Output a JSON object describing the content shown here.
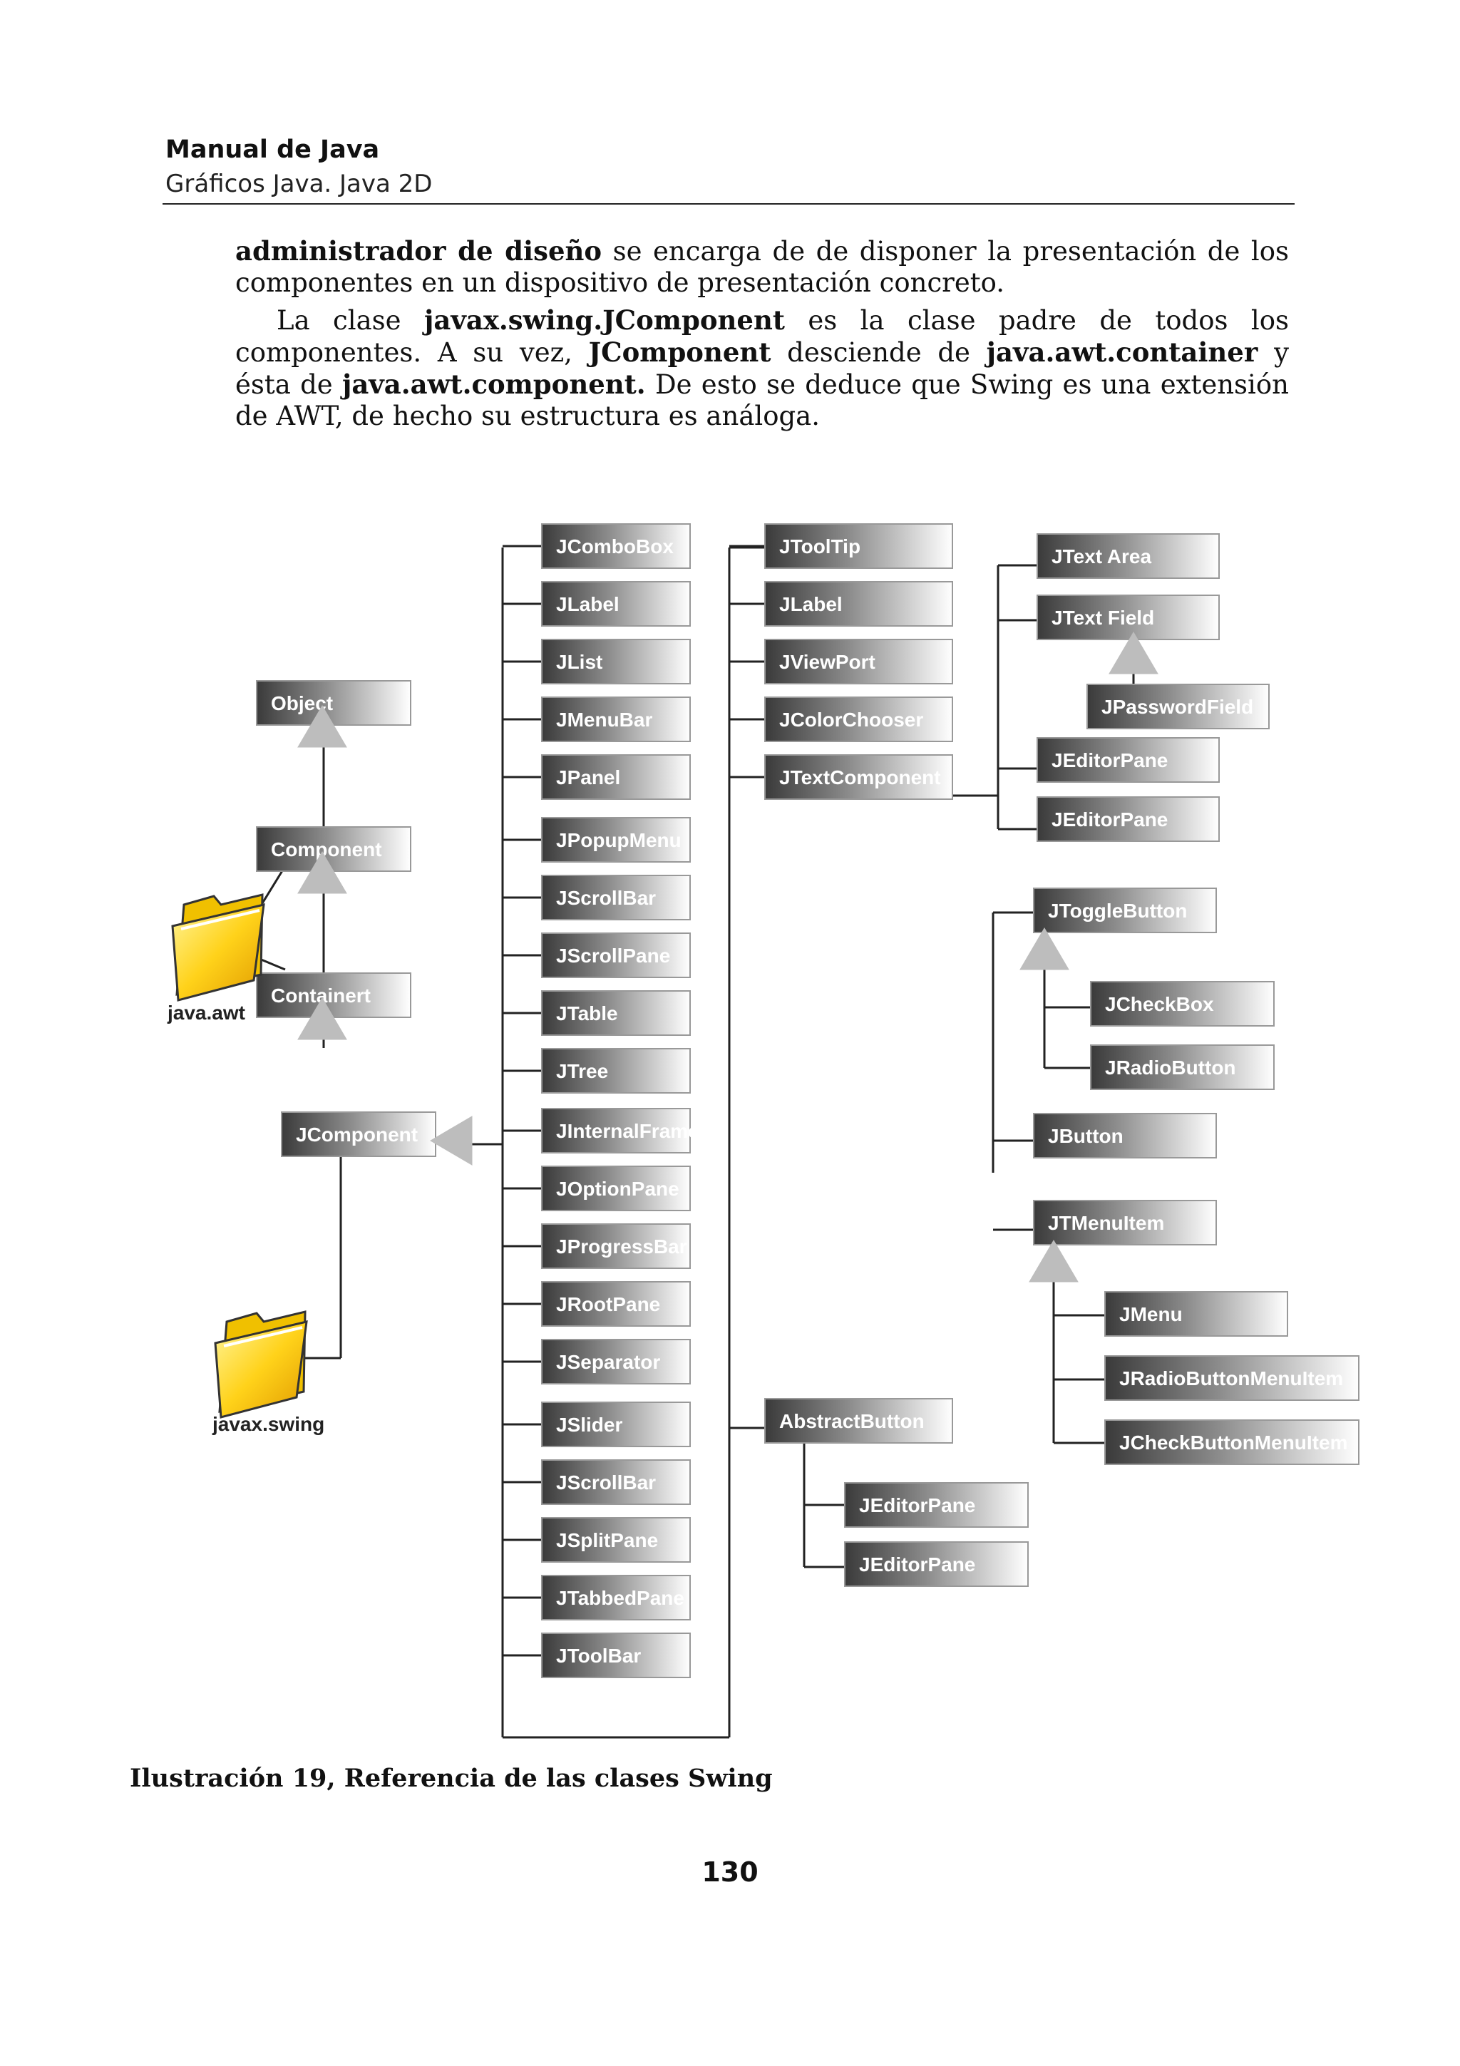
{
  "header": {
    "title": "Manual de Java",
    "subtitle": "Gráficos Java. Java 2D"
  },
  "paragraph1": {
    "bold1": "administrador de diseño",
    "text1": " se encarga de de disponer la presentación de los componentes en un dispositivo de presentación concreto."
  },
  "paragraph2": {
    "text1": "La clase ",
    "bold1": "javax.swing.JComponent",
    "text2": " es la clase padre de todos los componentes. A su vez, ",
    "bold2": "JComponent",
    "text3": " desciende de ",
    "bold3": "java.awt.container",
    "text4": " y ésta de ",
    "bold4": "java.awt.component.",
    "text5": " De esto se deduce que Swing es una extensión de AWT, de hecho su estructura es análoga."
  },
  "diagram": {
    "hierarchy": [
      "Object",
      "Component",
      "Containert",
      "JComponent"
    ],
    "folders": [
      "java.awt",
      "javax.swing"
    ],
    "column1": [
      "JComboBox",
      "JLabel",
      "JList",
      "JMenuBar",
      "JPanel",
      "JPopupMenu",
      "JScrollBar",
      "JScrollPane",
      "JTable",
      "JTree",
      "JInternalFrame",
      "JOptionPane",
      "JProgressBar",
      "JRootPane",
      "JSeparator",
      "JSlider",
      "JScrollBar",
      "JSplitPane",
      "JTabbedPane",
      "JToolBar"
    ],
    "column2": [
      "JToolTip",
      "JLabel",
      "JViewPort",
      "JColorChooser",
      "JTextComponent"
    ],
    "abstract_button": "AbstractButton",
    "abstract_button_children": [
      "JEditorPane",
      "JEditorPane"
    ],
    "text_children": [
      "JText Area",
      "JText Field",
      "JPasswordField",
      "JEditorPane",
      "JEditorPane"
    ],
    "toggle_button": "JToggleButton",
    "toggle_children": [
      "JCheckBox",
      "JRadioButton"
    ],
    "jbutton": "JButton",
    "menu_item": "JTMenuItem",
    "menu_children": [
      "JMenu",
      "JRadioButtonMenuItem",
      "JCheckButtonMenuItem"
    ]
  },
  "caption": "Ilustración 19, Referencia de las clases Swing",
  "page_number": "130"
}
